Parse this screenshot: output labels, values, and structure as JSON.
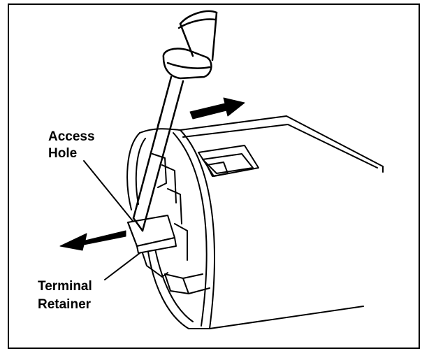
{
  "labels": {
    "access_hole_line1": "Access",
    "access_hole_line2": "Hole",
    "terminal_retainer_line1": "Terminal",
    "terminal_retainer_line2": "Retainer"
  },
  "colors": {
    "ink": "#000000",
    "paper": "#ffffff"
  }
}
